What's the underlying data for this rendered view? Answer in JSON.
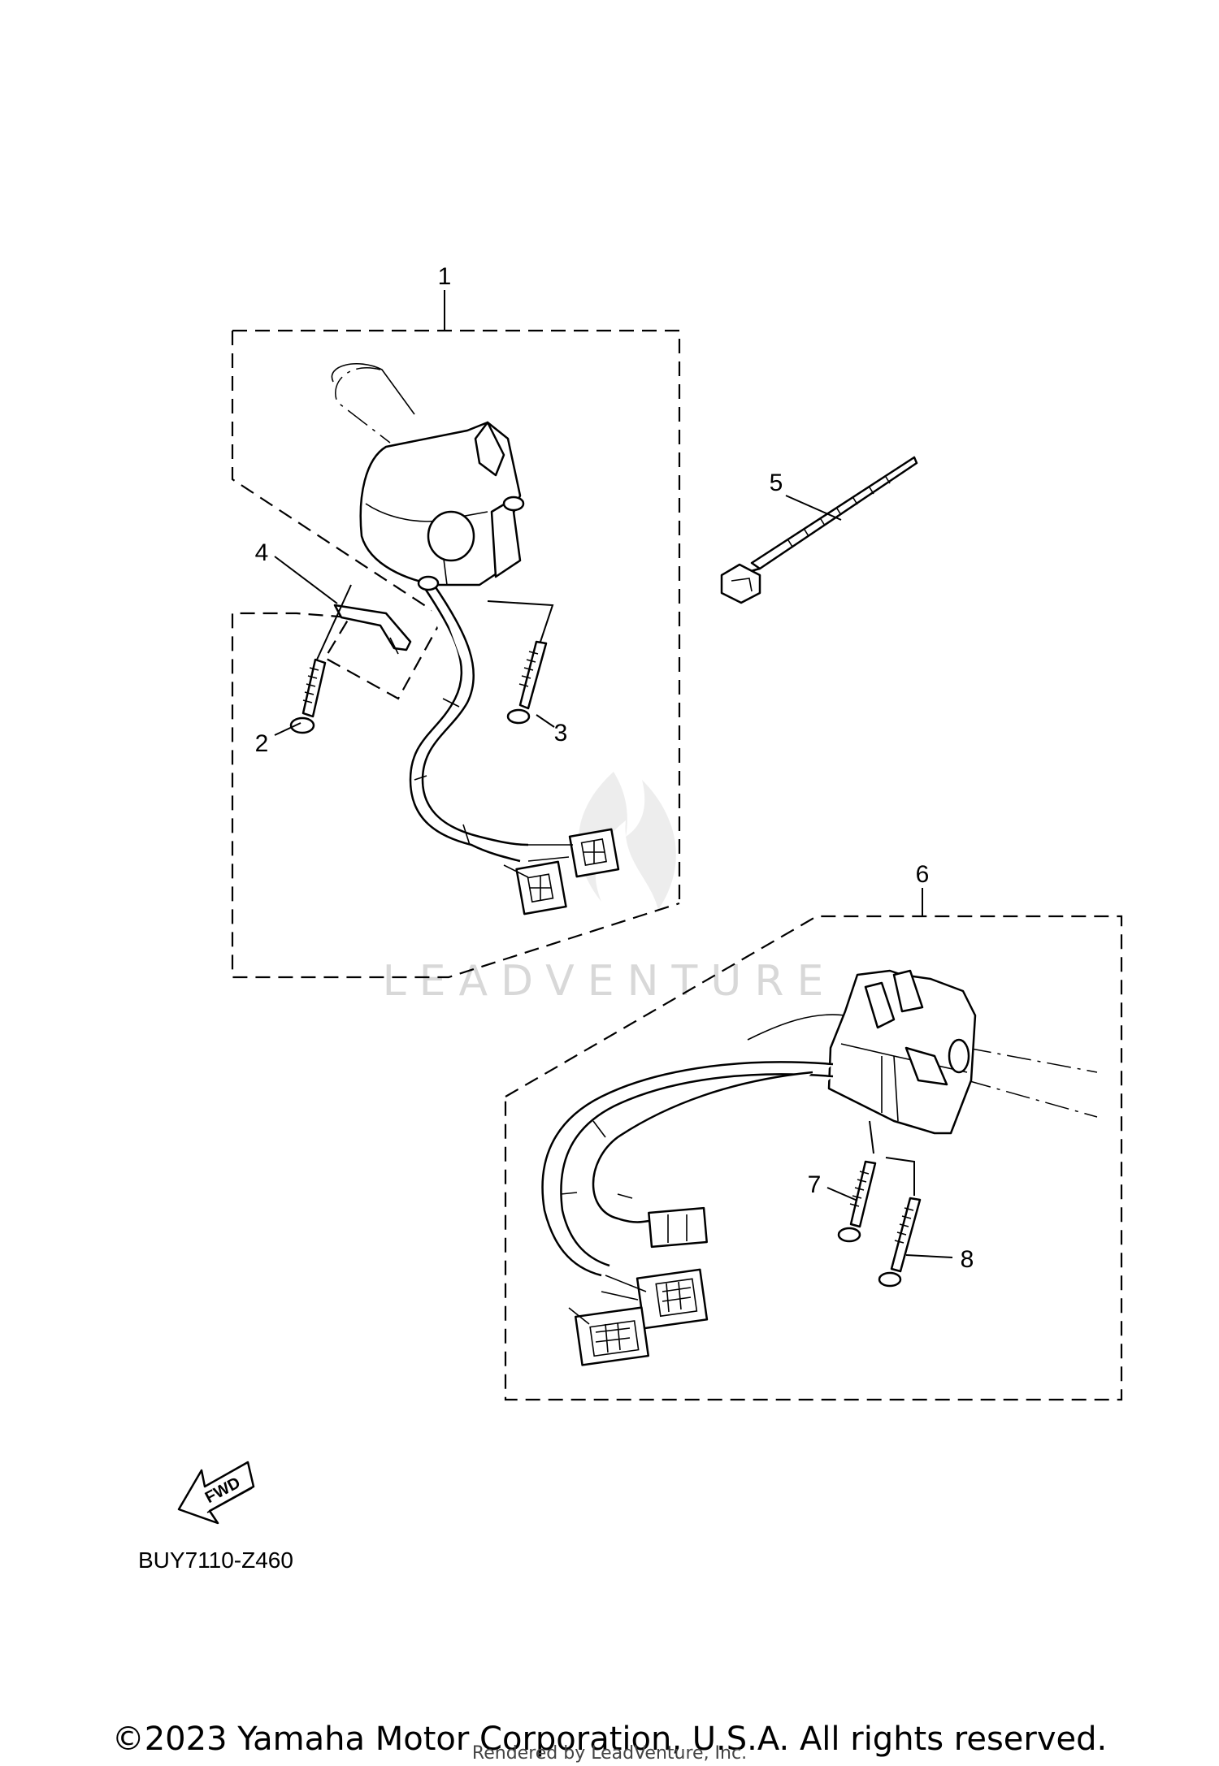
{
  "callouts": [
    {
      "id": "1",
      "label": "1"
    },
    {
      "id": "2",
      "label": "2"
    },
    {
      "id": "3",
      "label": "3"
    },
    {
      "id": "4",
      "label": "4"
    },
    {
      "id": "5",
      "label": "5"
    },
    {
      "id": "6",
      "label": "6"
    },
    {
      "id": "7",
      "label": "7"
    },
    {
      "id": "8",
      "label": "8"
    }
  ],
  "direction_indicator": "FWD",
  "diagram_code": "BUY7110-Z460",
  "watermark": "LEADVENTURE",
  "copyright": "©2023 Yamaha Motor Corporation, U.S.A. All rights reserved.",
  "rendered_by": "Rendered by LeadVenture, Inc."
}
